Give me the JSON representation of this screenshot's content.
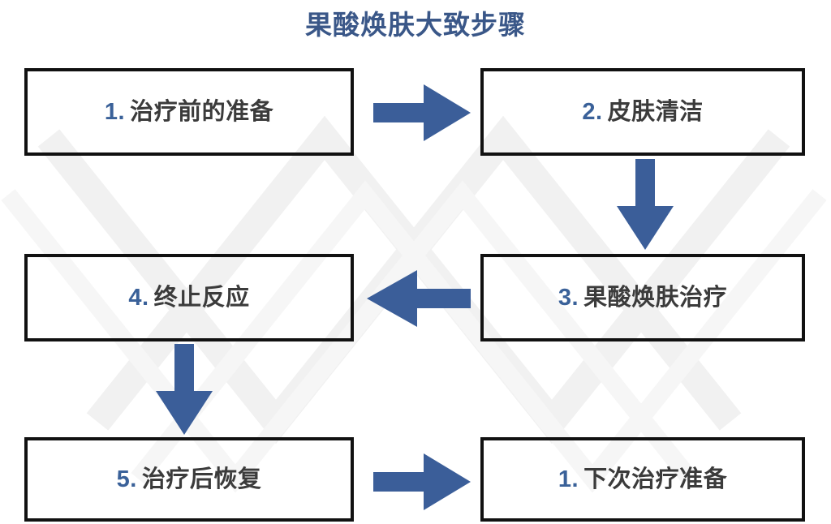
{
  "title": "果酸焕肤大致步骤",
  "colors": {
    "title": "#3a5788",
    "arrow": "#3b5e99",
    "box_border": "#111111",
    "box_text": "#3b3b3b",
    "box_number": "#3a6199",
    "background": "#ffffff",
    "watermark": "#f2f2f2"
  },
  "chart_data": {
    "type": "diagram",
    "title": "果酸焕肤大致步骤",
    "layout": "flowchart-2col-3row-serpentine",
    "nodes": [
      {
        "id": "box-1",
        "number": "1.",
        "label": "治疗前的准备",
        "full_text": "1. 治疗前的准备",
        "row": 1,
        "col": 1
      },
      {
        "id": "box-2",
        "number": "2.",
        "label": "皮肤清洁",
        "full_text": "2. 皮肤清洁",
        "row": 1,
        "col": 2
      },
      {
        "id": "box-3",
        "number": "3.",
        "label": "果酸焕肤治疗",
        "full_text": "3. 果酸焕肤治疗",
        "row": 2,
        "col": 2
      },
      {
        "id": "box-4",
        "number": "4.",
        "label": "终止反应",
        "full_text": "4. 终止反应",
        "row": 2,
        "col": 1
      },
      {
        "id": "box-5",
        "number": "5.",
        "label": "治疗后恢复",
        "full_text": "5. 治疗后恢复",
        "row": 3,
        "col": 1
      },
      {
        "id": "box-6",
        "number": "1.",
        "label": "下次治疗准备",
        "full_text": "1. 下次治疗准备",
        "row": 3,
        "col": 2
      }
    ],
    "edges": [
      {
        "id": "arrow-1-2",
        "from": "box-1",
        "to": "box-2",
        "direction": "right"
      },
      {
        "id": "arrow-2-3",
        "from": "box-2",
        "to": "box-3",
        "direction": "down"
      },
      {
        "id": "arrow-3-4",
        "from": "box-3",
        "to": "box-4",
        "direction": "left"
      },
      {
        "id": "arrow-4-5",
        "from": "box-4",
        "to": "box-5",
        "direction": "down"
      },
      {
        "id": "arrow-5-6",
        "from": "box-5",
        "to": "box-6",
        "direction": "right"
      }
    ]
  },
  "boxes": {
    "b1": {
      "number": "1.",
      "label": "治疗前的准备"
    },
    "b2": {
      "number": "2.",
      "label": "皮肤清洁"
    },
    "b3": {
      "number": "3.",
      "label": "果酸焕肤治疗"
    },
    "b4": {
      "number": "4.",
      "label": "终止反应"
    },
    "b5": {
      "number": "5.",
      "label": "治疗后恢复"
    },
    "b6": {
      "number": "1.",
      "label": "下次治疗准备"
    }
  }
}
